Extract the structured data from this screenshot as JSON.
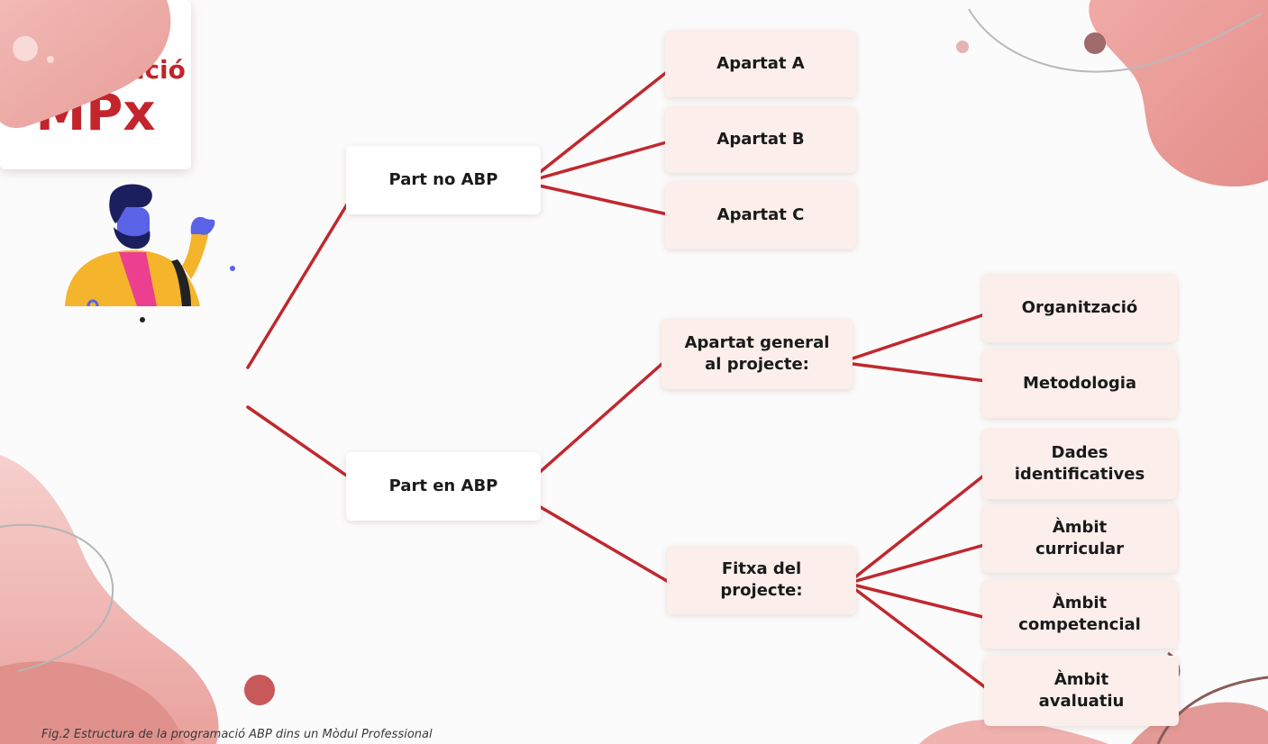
{
  "root": {
    "line1": "Programació",
    "line2": "MPx"
  },
  "branches": {
    "part_no_abp": "Part no ABP",
    "part_en_abp": "Part en ABP"
  },
  "subnodes": {
    "apartat_a": "Apartat A",
    "apartat_b": "Apartat B",
    "apartat_c": "Apartat C",
    "apartat_general": {
      "line1": "Apartat general",
      "line2": "al projecte:"
    },
    "fitxa": {
      "line1": "Fitxa del",
      "line2": "projecte:"
    }
  },
  "leaves": {
    "organitzacio": "Organització",
    "metodologia": "Metodologia",
    "dades": {
      "line1": "Dades",
      "line2": "identificatives"
    },
    "ambit_curricular": {
      "line1": "Àmbit",
      "line2": "curricular"
    },
    "ambit_competencial": {
      "line1": "Àmbit",
      "line2": "competencial"
    },
    "ambit_avaluatiu": {
      "line1": "Àmbit",
      "line2": "avaluatiu"
    }
  },
  "caption": "Fig.2 Estructura de la programació ABP dins un Mòdul Professional",
  "colors": {
    "accent": "#c4242b",
    "connector": "#c0282e",
    "leaf_bg": "#fbeeeb",
    "decor_pink": "#e8a0a0"
  },
  "icons": {
    "character": "person-waving-illustration",
    "connector_dot": "red-circle-dot"
  }
}
